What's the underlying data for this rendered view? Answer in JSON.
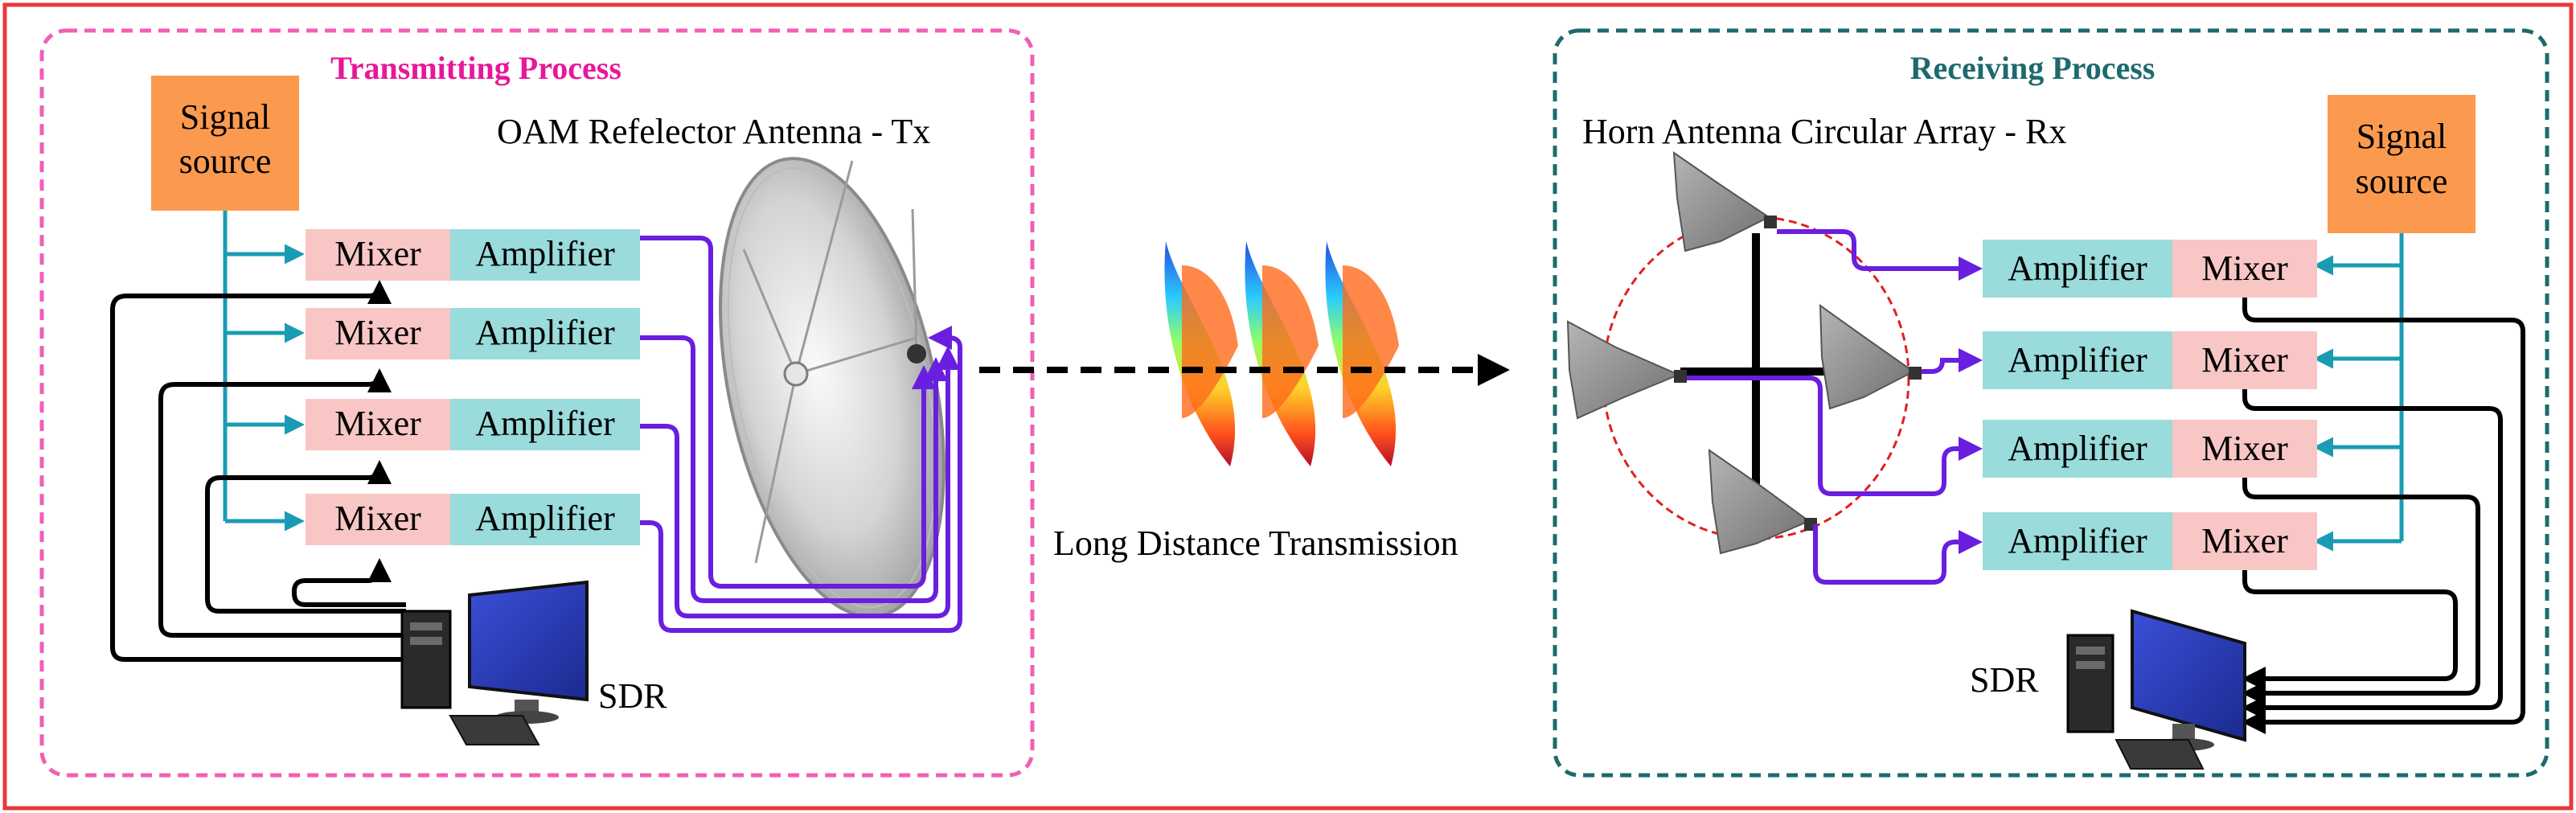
{
  "outer_frame_color": "#e8383d",
  "transmitter": {
    "title": "Transmitting Process",
    "antenna_label": "OAM  Refelector Antenna - Tx",
    "signal_source": "Signal source",
    "mixer_label": "Mixer",
    "amplifier_label": "Amplifier",
    "sdr_label": "SDR",
    "frame_color": "#f060b4"
  },
  "transmission": {
    "label": "Long Distance Transmission"
  },
  "receiver": {
    "title": "Receiving Process",
    "antenna_label": "Horn Antenna Circular Array  - Rx",
    "signal_source": "Signal source",
    "mixer_label": "Mixer",
    "amplifier_label": "Amplifier",
    "sdr_label": "SDR",
    "frame_color": "#1d6a6e"
  },
  "colors": {
    "mixer_fill": "#f9c6c6",
    "amplifier_fill": "#9adbdb",
    "source_fill": "#fb9a4f",
    "feed_line": "#6a1ee0",
    "lo_line": "#1a9bb4",
    "sdr_line": "#000000"
  },
  "icons": [
    "reflector-dish-icon",
    "horn-antenna-icon",
    "oam-wave-icon",
    "computer-icon"
  ]
}
